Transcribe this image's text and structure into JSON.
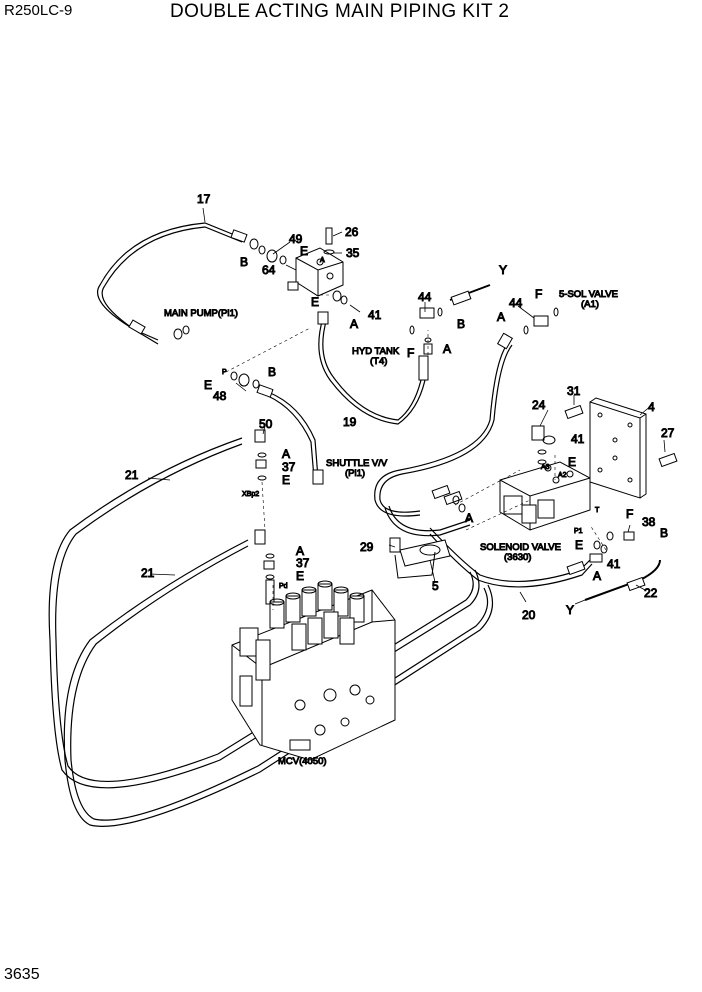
{
  "header": {
    "model": "R250LC-9",
    "title": "DOUBLE ACTING MAIN PIPING KIT 2"
  },
  "page_number": "3635",
  "callouts": {
    "c17": "17",
    "c49": "49",
    "c26": "26",
    "c35": "35",
    "c64": "64",
    "cB1": "B",
    "cE1": "E",
    "cE2": "E",
    "c41a": "41",
    "cA1": "A",
    "c44a": "44",
    "cY1": "Y",
    "cB2": "B",
    "cF1": "F",
    "cA2": "A",
    "c44b": "44",
    "cF2": "F",
    "cA3": "A",
    "cE3": "E",
    "cB3": "B",
    "c48": "48",
    "c50": "50",
    "cA4": "A",
    "c37a": "37",
    "cE4": "E",
    "c21a": "21",
    "c19": "19",
    "c24": "24",
    "c31": "31",
    "c4": "4",
    "c41b": "41",
    "cE5": "E",
    "c27": "27",
    "cA5": "A",
    "c29": "29",
    "c5": "5",
    "cA6": "A",
    "c37b": "37",
    "cE6": "E",
    "c21b": "21",
    "cF3": "F",
    "c38": "38",
    "cB4": "B",
    "cE7": "E",
    "c41c": "41",
    "cA7": "A",
    "c20": "20",
    "cY2": "Y",
    "c22": "22"
  },
  "labels": {
    "main_pump": "MAIN PUMP(Pi1)",
    "hyd_tank_1": "HYD TANK",
    "hyd_tank_2": "(T4)",
    "sol_valve_1": "5-SOL VALVE",
    "sol_valve_2": "(A1)",
    "shuttle_1": "SHUTTLE V/V",
    "shuttle_2": "(Pi1)",
    "solenoid_1": "SOLENOID VALVE",
    "solenoid_2": "(3630)",
    "mcv": "MCV(4050)",
    "xbp2": "XBp2",
    "pd": "Pd",
    "port_a_block": "A",
    "port_p": "P",
    "port_a3": "A3",
    "port_a2": "A2",
    "port_p1": "P1",
    "port_t": "T"
  }
}
